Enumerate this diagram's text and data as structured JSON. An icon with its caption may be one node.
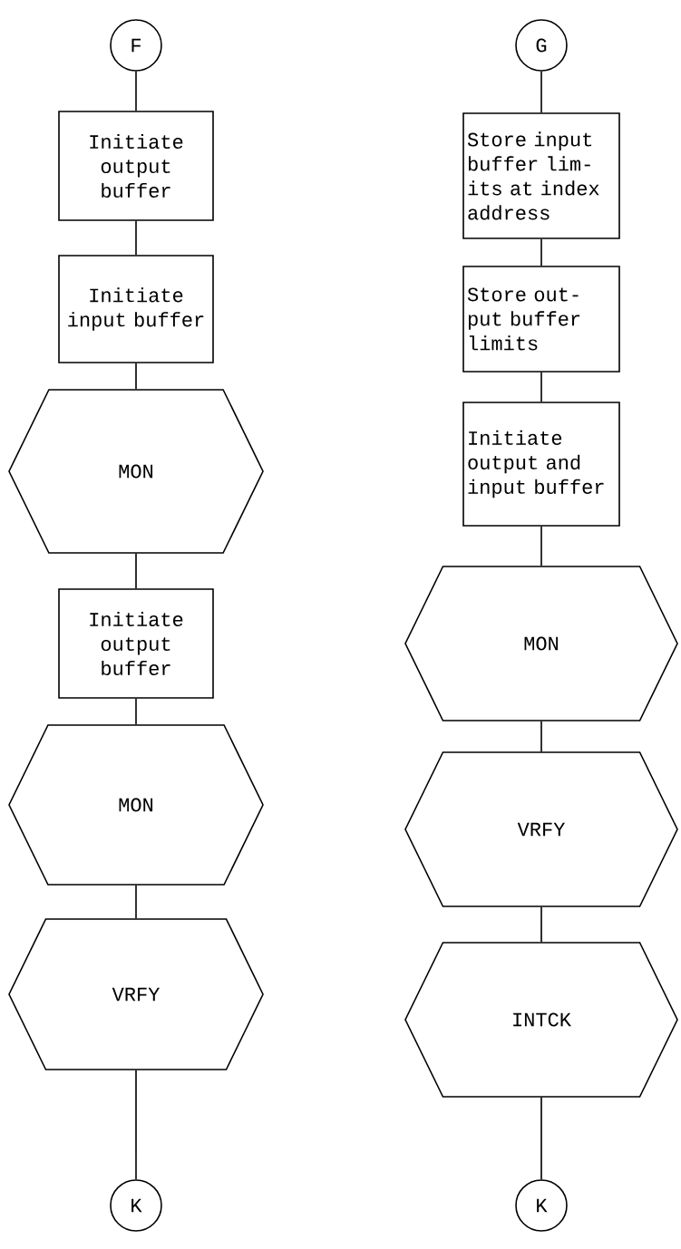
{
  "diagram": {
    "nodes": [
      {
        "text": [
          "F"
        ]
      },
      {
        "text": [
          "Initiate output buffer"
        ]
      },
      {
        "text": [
          "Initiate input buffer"
        ]
      },
      {
        "text": [
          "MON"
        ]
      },
      {
        "text": [
          "Initiate output buffer"
        ]
      },
      {
        "text": [
          "MON"
        ]
      },
      {
        "text": [
          "VRFY"
        ]
      },
      {
        "text": [
          "K"
        ]
      },
      {
        "text": [
          "G"
        ]
      },
      {
        "text": [
          "Store input buffer lim- its at index address"
        ]
      },
      {
        "text": [
          "Store out- put buffer limits"
        ]
      },
      {
        "text": [
          "Initiate output and input buffer"
        ]
      },
      {
        "text": [
          "MON"
        ]
      },
      {
        "text": [
          "VRFY"
        ]
      },
      {
        "text": [
          "INTCK"
        ]
      },
      {
        "text": [
          "K"
        ]
      }
    ],
    "edges": [
      {
        "from": 0,
        "to": 1,
        "arrow": "none"
      },
      {
        "from": 1,
        "to": 2,
        "arrow": "none"
      },
      {
        "from": 2,
        "to": 3,
        "arrow": "none"
      },
      {
        "from": 3,
        "to": 4,
        "arrow": "none"
      },
      {
        "from": 4,
        "to": 5,
        "arrow": "none"
      },
      {
        "from": 5,
        "to": 6,
        "arrow": "none"
      },
      {
        "from": 6,
        "to": 7,
        "arrow": "none"
      },
      {
        "from": 8,
        "to": 9,
        "arrow": "none"
      },
      {
        "from": 9,
        "to": 10,
        "arrow": "none"
      },
      {
        "from": 10,
        "to": 11,
        "arrow": "none"
      },
      {
        "from": 11,
        "to": 12,
        "arrow": "none"
      },
      {
        "from": 12,
        "to": 13,
        "arrow": "none"
      },
      {
        "from": 13,
        "to": 14,
        "arrow": "none"
      },
      {
        "from": 14,
        "to": 15,
        "arrow": "none"
      }
    ]
  }
}
